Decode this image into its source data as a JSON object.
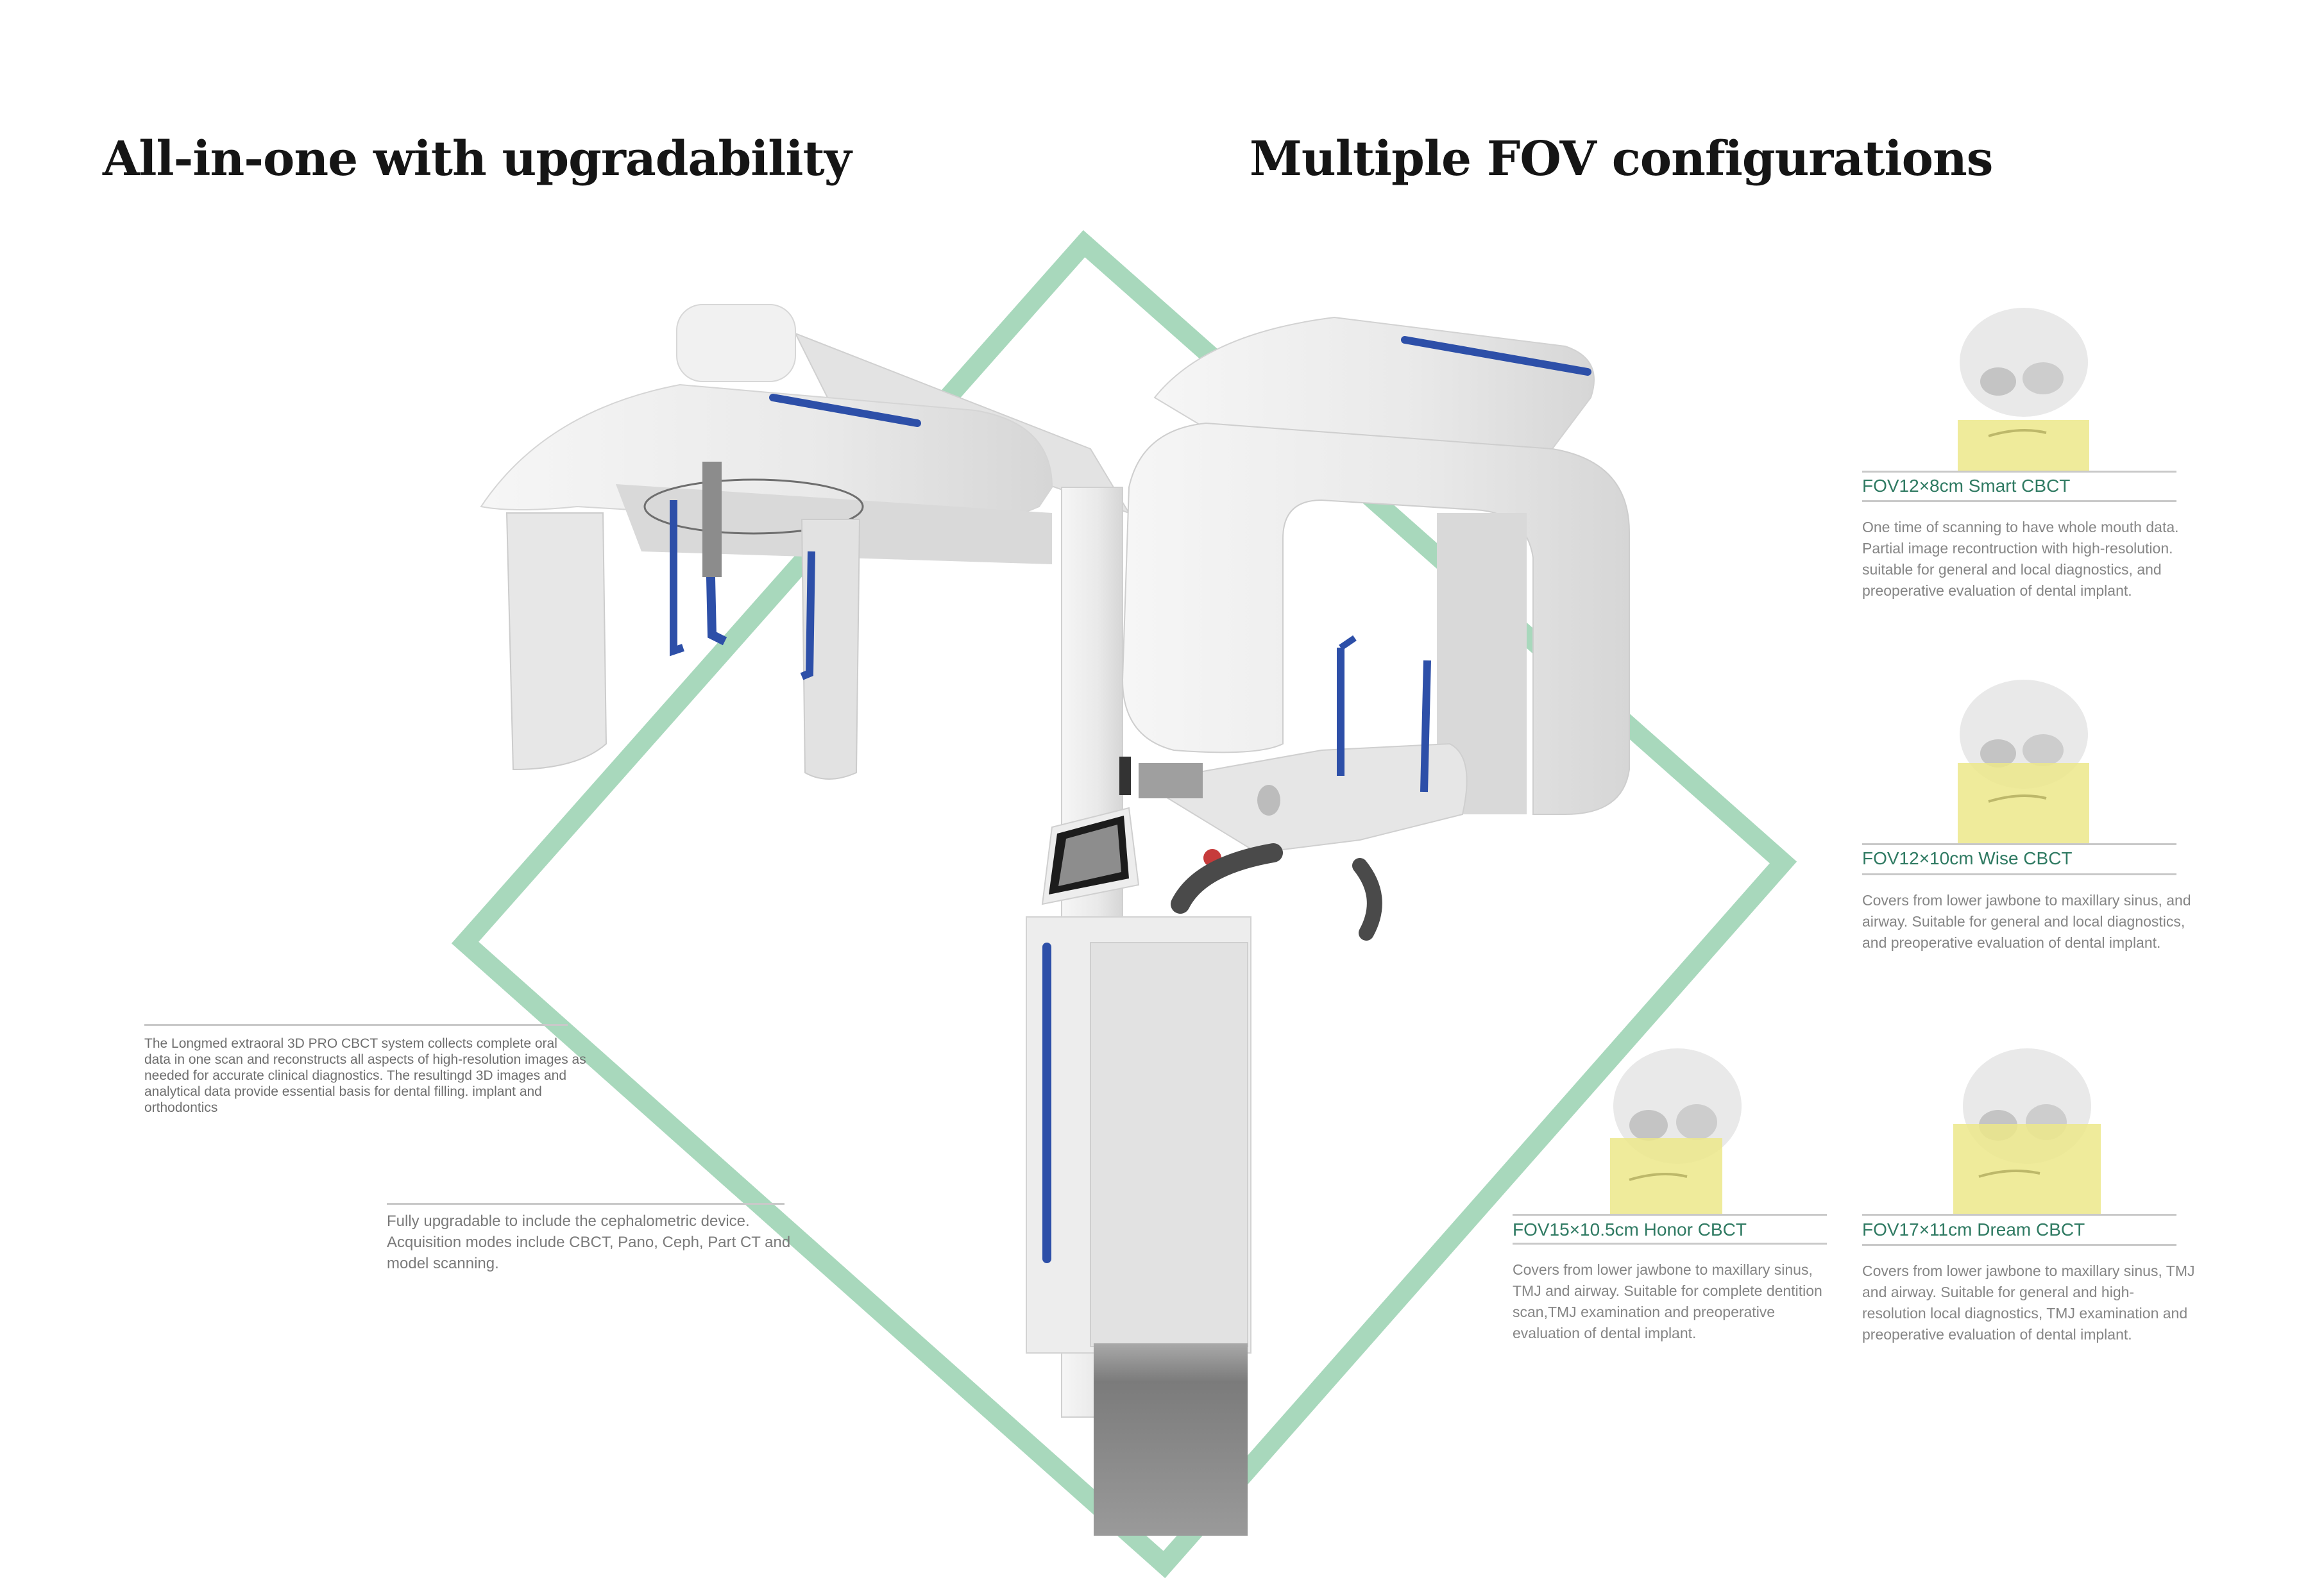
{
  "left_section": {
    "title": "All-in-one with upgradability",
    "intro_text": "The Longmed extraoral 3D PRO CBCT system collects complete oral data in one scan and reconstructs all aspects of high-resolution images as needed for  accurate clinical diagnostics. The resultingd 3D images and analytical data provide essential basis for dental filling. implant and orthodontics",
    "upgrade_text": "Fully upgradable to include the cephalometric device. Acquisition modes include CBCT, Pano, Ceph, Part CT and model scanning."
  },
  "right_section": {
    "title": "Multiple FOV configurations",
    "fov_options": [
      {
        "label": "FOV12×8cm  Smart CBCT",
        "description": "One time of scanning to have whole mouth data. Partial image recontruction with high-resolution. suitable for general and local diagnostics, and preoperative evaluation of dental implant."
      },
      {
        "label": "FOV12×10cm  Wise CBCT",
        "description": "Covers from lower jawbone to maxillary sinus, and airway. Suitable for general and local diagnostics, and preoperative evaluation of dental implant."
      },
      {
        "label": "FOV15×10.5cm Honor CBCT",
        "description": "Covers from lower jawbone to maxillary sinus, TMJ and airway. Suitable for complete dentition scan,TMJ examination and preoperative evaluation of dental implant."
      },
      {
        "label": "FOV17×11cm Dream CBCT",
        "description": "Covers from lower jawbone to maxillary sinus, TMJ and airway. Suitable for general and high-resolution local diagnostics, TMJ examination and preoperative evaluation of dental implant."
      }
    ]
  },
  "colors": {
    "diamond_green": "#a8d8bc",
    "accent_blue": "#2d4fa8",
    "fov_title_green": "#2f7a62",
    "fov_yellow": "#e8e48a",
    "device_white": "#eeeeee"
  },
  "icons": {
    "diamond": "decorative-diamond-frame",
    "device": "cbct-device-illustration",
    "skull": "skull-fov-illustration"
  }
}
